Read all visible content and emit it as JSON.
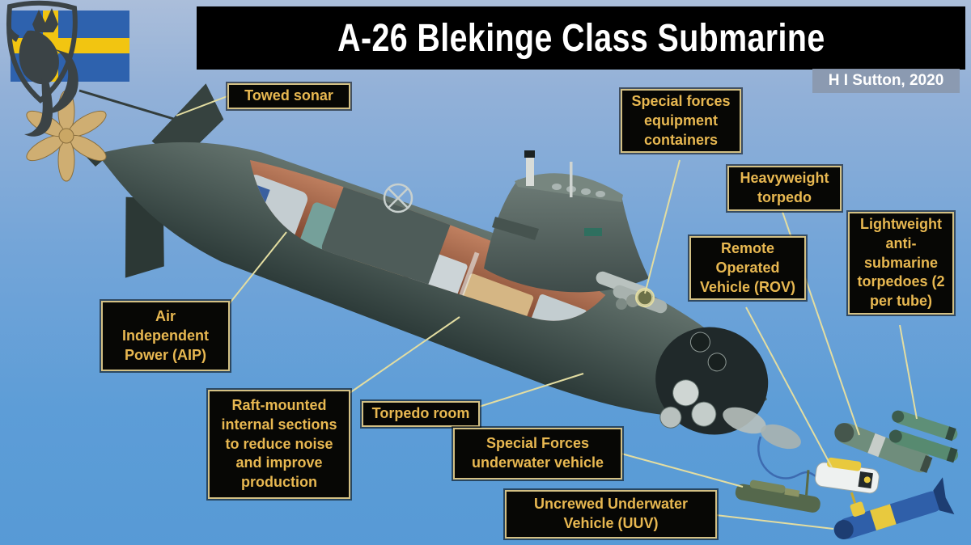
{
  "title": {
    "text": "A-26 Blekinge Class Submarine"
  },
  "credit": {
    "text": "H I Sutton, 2020"
  },
  "labels": [
    {
      "id": "towed-sonar",
      "text": "Towed sonar"
    },
    {
      "id": "special-forces-containers",
      "text": "Special forces\nequipment\ncontainers"
    },
    {
      "id": "heavyweight-torpedo",
      "text": "Heavyweight\ntorpedo"
    },
    {
      "id": "lightweight-torpedoes",
      "text": "Lightweight\nanti-\nsubmarine\ntorpedoes (2\nper tube)"
    },
    {
      "id": "rov",
      "text": "Remote\nOperated\nVehicle (ROV)"
    },
    {
      "id": "aip",
      "text": "Air\nIndependent\nPower (AIP)"
    },
    {
      "id": "raft-mounted",
      "text": "Raft-mounted\ninternal sections\nto reduce noise\nand improve\nproduction"
    },
    {
      "id": "torpedo-room",
      "text": "Torpedo room"
    },
    {
      "id": "sf-underwater-vehicle",
      "text": "Special Forces\nunderwater vehicle"
    },
    {
      "id": "uuv",
      "text": "Uncrewed Underwater\nVehicle (UUV)"
    }
  ],
  "artwork": {
    "subject": "Cutaway illustration of the Swedish A-26 Blekinge class submarine with towed sonar, AIP section, raft-mounted internal sections, torpedo room, special forces equipment containers and accompanying vehicles (heavyweight torpedo, lightweight torpedoes, ROV, special forces underwater vehicle, UUV)",
    "elements": [
      "swedish-flag",
      "lion-shield-logo",
      "submarine-cutaway",
      "propeller",
      "sail",
      "heavyweight-torpedo",
      "lightweight-torpedoes",
      "rov-with-tether",
      "sf-underwater-vehicle",
      "uuv",
      "leader-lines"
    ]
  },
  "colors": {
    "background_top": "#abbeda",
    "background_bottom": "#579ad6",
    "title_bar_bg": "#000000",
    "title_text": "#ffffff",
    "credit_bg": "#8a98ae",
    "credit_text": "#ffffff",
    "label_bg": "#070705",
    "label_border": "#d3c084",
    "label_text": "#e8b851",
    "leader_line": "#e3dda1",
    "hull_dark": "#31403e",
    "hull_light": "#5d6d69",
    "interior_copper": "#b5755a",
    "propeller_gold": "#cfae72",
    "torpedo_green": "#5e8f77",
    "uuv_blue": "#2f5fa9",
    "rov_yellow": "#e8c93e",
    "flag_blue": "#2e62ae",
    "flag_yellow": "#f2c511"
  }
}
